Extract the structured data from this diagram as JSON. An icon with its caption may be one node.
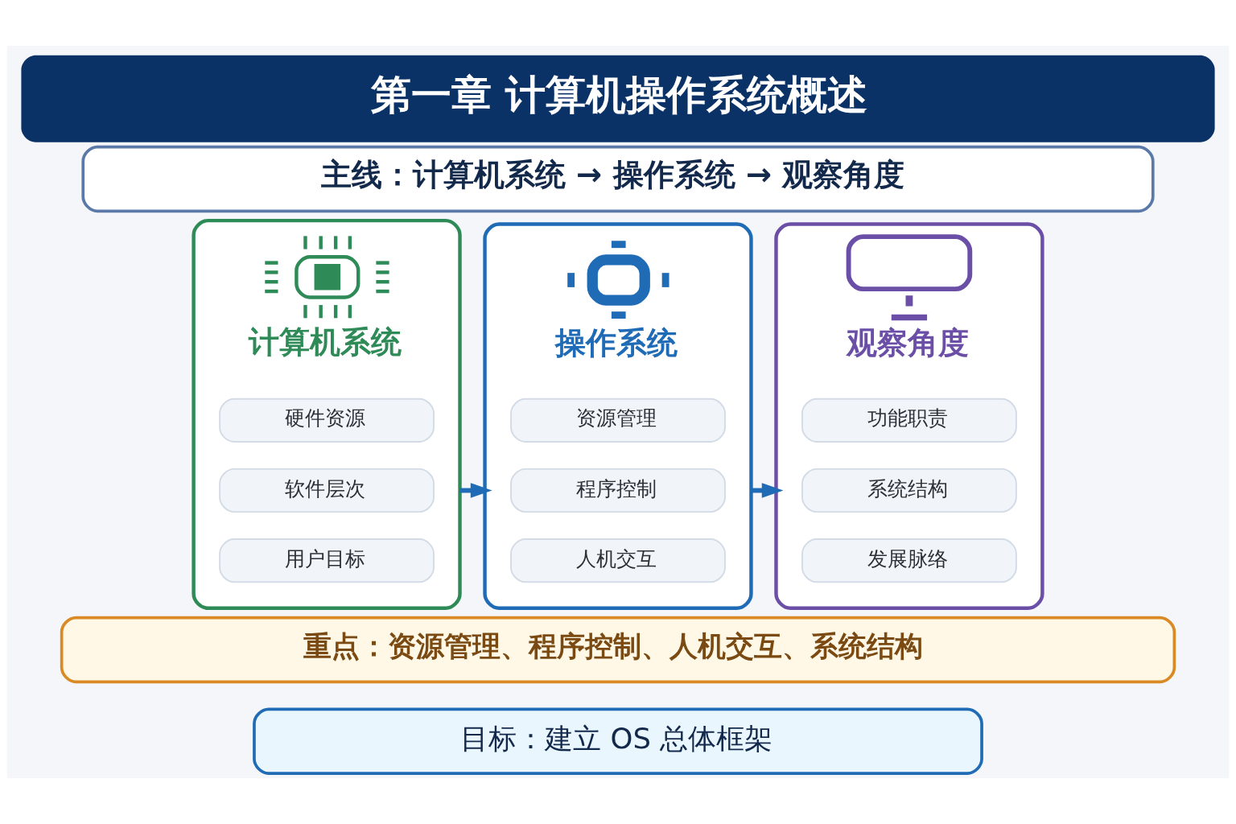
{
  "diagram": {
    "title": "第一章 计算机操作系统概述",
    "nodes": [
      {
        "text": [
          "主线：计算机系统 → 操作系统 → 观察角度"
        ]
      },
      {
        "text": [
          "计算机系统"
        ]
      },
      {
        "text": [
          "硬件资源"
        ],
        "in": 1
      },
      {
        "text": [
          "软件层次"
        ],
        "in": 1
      },
      {
        "text": [
          "用户目标"
        ],
        "in": 1
      },
      {
        "text": [
          "操作系统"
        ]
      },
      {
        "text": [
          "资源管理"
        ],
        "in": 5
      },
      {
        "text": [
          "程序控制"
        ],
        "in": 5
      },
      {
        "text": [
          "人机交互"
        ],
        "in": 5
      },
      {
        "text": [
          "观察角度"
        ]
      },
      {
        "text": [
          "功能职责"
        ],
        "in": 9
      },
      {
        "text": [
          "系统结构"
        ],
        "in": 9
      },
      {
        "text": [
          "发展脉络"
        ],
        "in": 9
      },
      {
        "text": [
          "重点：资源管理、程序控制、人机交互、系统结构"
        ]
      },
      {
        "text": [
          "目标：建立 OS 总体框架"
        ]
      }
    ],
    "edges": [
      {
        "from": 1,
        "to": 5,
        "arrow": "to"
      },
      {
        "from": 5,
        "to": 9,
        "arrow": "to"
      }
    ]
  }
}
